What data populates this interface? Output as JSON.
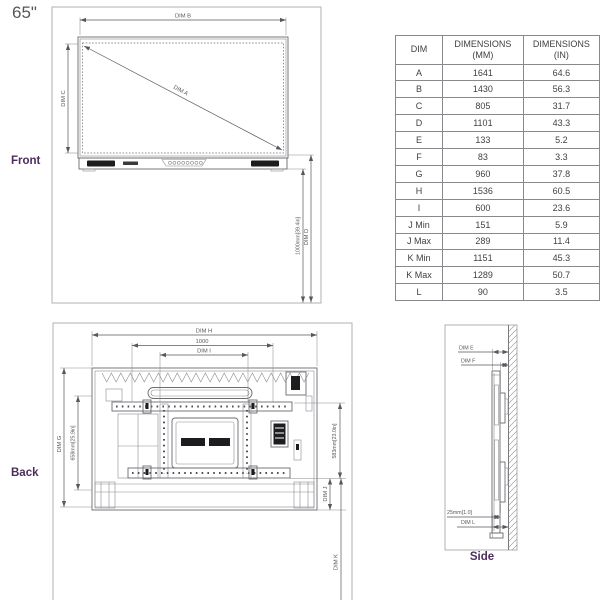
{
  "title": "65\"",
  "front_view": {
    "label": "Front",
    "dim_a": "DIM A",
    "dim_b": "DIM B",
    "dim_c": "DIM C",
    "dim_d": "DIM D",
    "mount_height": "1000mm[39.4in]"
  },
  "back_view": {
    "label": "Back",
    "dim_h": "DIM H",
    "vesa_width": "1000",
    "dim_i": "DIM I",
    "dim_g": "DIM G",
    "left_height": "658mm[25.9in]",
    "right_height": "583mm[23.0in]",
    "dim_j": "DIM J",
    "dim_k": "DIM K"
  },
  "side_view": {
    "label": "Side",
    "dim_e": "DIM E",
    "dim_f": "DIM F",
    "wall_offset": "25mm[1.0]",
    "dim_l": "DIM L"
  },
  "table": {
    "columns": [
      {
        "label": "DIM",
        "sub": ""
      },
      {
        "label": "DIMENSIONS",
        "sub": "(MM)"
      },
      {
        "label": "DIMENSIONS",
        "sub": "(IN)"
      }
    ],
    "rows": [
      [
        "A",
        "1641",
        "64.6"
      ],
      [
        "B",
        "1430",
        "56.3"
      ],
      [
        "C",
        "805",
        "31.7"
      ],
      [
        "D",
        "1101",
        "43.3"
      ],
      [
        "E",
        "133",
        "5.2"
      ],
      [
        "F",
        "83",
        "3.3"
      ],
      [
        "G",
        "960",
        "37.8"
      ],
      [
        "H",
        "1536",
        "60.5"
      ],
      [
        "I",
        "600",
        "23.6"
      ],
      [
        "J Min",
        "151",
        "5.9"
      ],
      [
        "J Max",
        "289",
        "11.4"
      ],
      [
        "K Min",
        "1151",
        "45.3"
      ],
      [
        "K Max",
        "1289",
        "50.7"
      ],
      [
        "L",
        "90",
        "3.5"
      ]
    ]
  },
  "colors": {
    "accent_purple": "#4b2d5e",
    "line_gray": "#6b6c6f",
    "table_text": "#414042"
  }
}
